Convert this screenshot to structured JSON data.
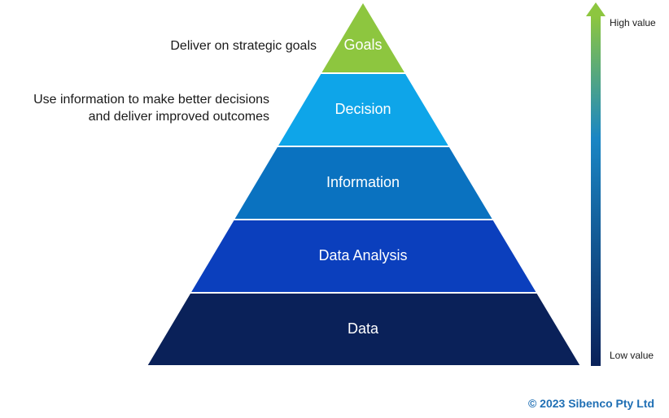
{
  "pyramid": {
    "levels": [
      {
        "label": "Goals",
        "color": "#8dc63f"
      },
      {
        "label": "Decision",
        "color": "#0ea5e9"
      },
      {
        "label": "Information",
        "color": "#0a72c0"
      },
      {
        "label": "Data Analysis",
        "color": "#0b3fbd"
      },
      {
        "label": "Data",
        "color": "#0a2159"
      }
    ]
  },
  "annotations": {
    "goals": "Deliver on strategic goals",
    "decision_line1": "Use information to make better decisions",
    "decision_line2": "and deliver improved outcomes"
  },
  "value_scale": {
    "high": "High value",
    "low": "Low value",
    "top_color": "#8dc63f",
    "bottom_color": "#0a2159"
  },
  "footer": {
    "copyright": "© 2023 Sibenco Pty Ltd",
    "color": "#1f6fb4"
  }
}
